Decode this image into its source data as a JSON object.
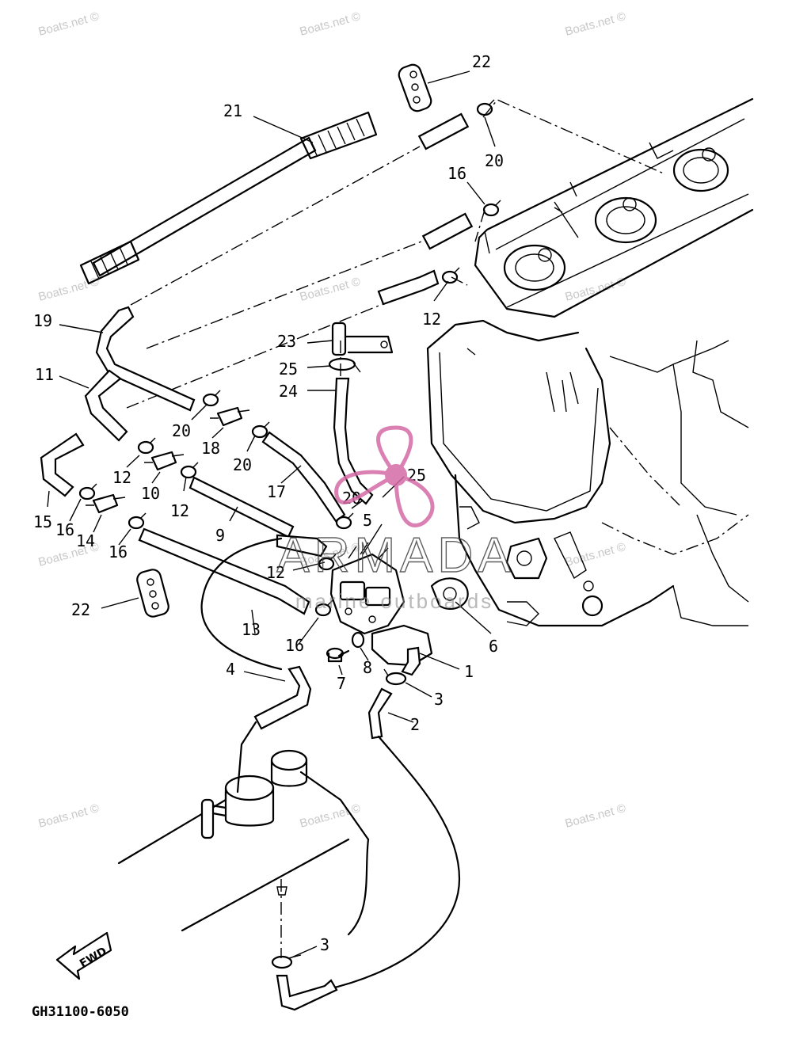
{
  "diagram": {
    "code": "GH31100-6050",
    "fwd_label": "FWD",
    "watermark": "Boats.net ©",
    "brand": {
      "name": "ARMADA",
      "tagline": "marine outboards",
      "color": "#d46aa6"
    },
    "callouts": [
      "1",
      "2",
      "3",
      "3",
      "4",
      "5",
      "6",
      "7",
      "8",
      "9",
      "10",
      "11",
      "12",
      "12",
      "12",
      "12",
      "13",
      "14",
      "15",
      "16",
      "16",
      "16",
      "16",
      "17",
      "18",
      "19",
      "20",
      "20",
      "20",
      "20",
      "21",
      "22",
      "22",
      "23",
      "24",
      "25",
      "25"
    ]
  }
}
